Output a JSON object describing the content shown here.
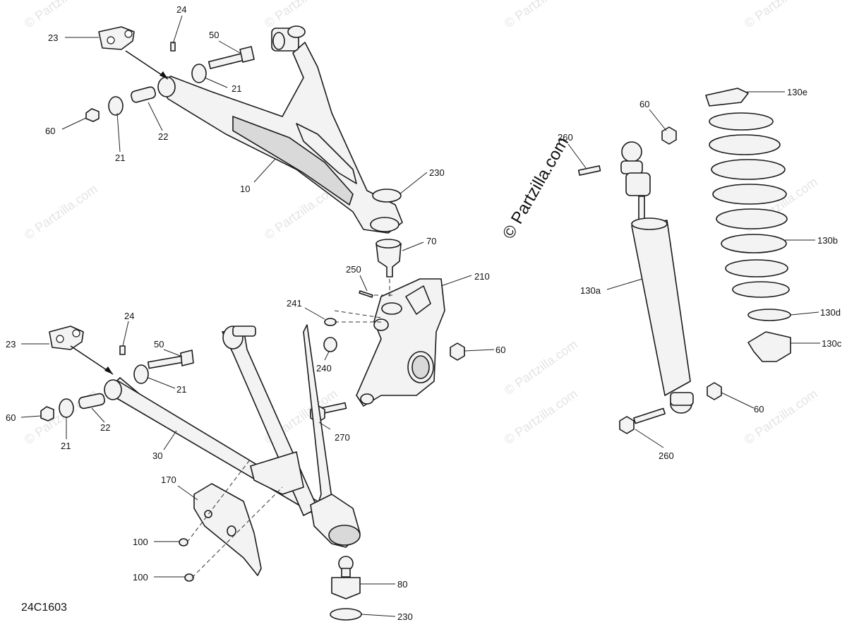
{
  "diagram_code": "24C1603",
  "watermark_text": "© Partzilla.com",
  "callouts": {
    "c1": "23",
    "c2": "24",
    "c3": "50",
    "c4": "21",
    "c5": "60",
    "c6": "21",
    "c7": "22",
    "c8": "10",
    "c9": "230",
    "c10": "70",
    "c11": "250",
    "c12": "210",
    "c13": "241",
    "c14": "240",
    "c15": "60",
    "c16": "270",
    "c17": "23",
    "c18": "24",
    "c19": "50",
    "c20": "21",
    "c21": "60",
    "c22": "21",
    "c23": "22",
    "c24": "30",
    "c25": "170",
    "c26": "100",
    "c27": "100",
    "c28": "80",
    "c29": "230",
    "c30": "60",
    "c31": "260",
    "c32": "130a",
    "c33": "260",
    "c34": "60",
    "c35": "130e",
    "c36": "130b",
    "c37": "130d",
    "c38": "130c"
  },
  "colors": {
    "line": "#1a1a1a",
    "watermark": "#e4e4e4",
    "background": "#ffffff"
  }
}
